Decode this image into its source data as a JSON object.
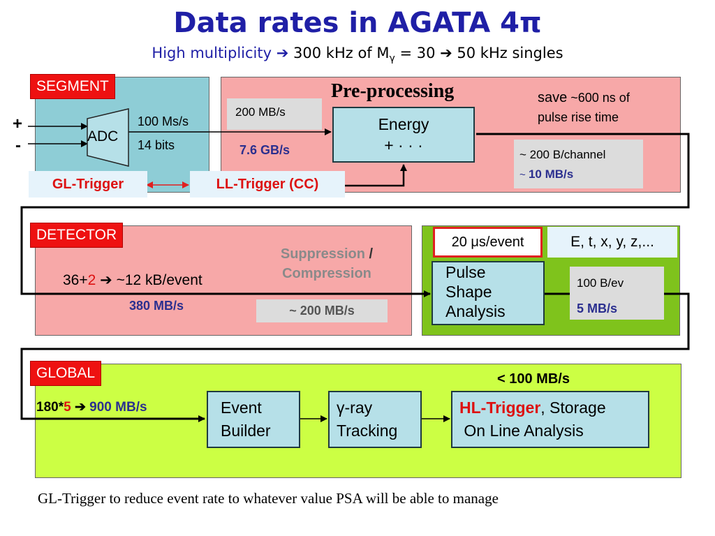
{
  "title": {
    "main": "Data rates in AGATA 4",
    "pi": "π"
  },
  "subtitle": {
    "lead": "High multiplicity",
    "arrow": "➔",
    "mid1": " 300 kHz of M",
    "gamma": "γ",
    "mid2": " = 30 ",
    "arrow2": "➔",
    "tail": " 50 kHz singles"
  },
  "segment": {
    "label": "SEGMENT",
    "plus": "+",
    "minus": "-",
    "adc": "ADC",
    "sample_rate": "100 Ms/s",
    "bits": "14 bits",
    "gl_trigger": "GL-Trigger",
    "ll_trigger": "LL-Trigger (CC)"
  },
  "preprocessing": {
    "title": "Pre-processing",
    "save_word": "save",
    "save_rest": " ~600 ns of",
    "save_line2": "pulse rise time",
    "in_rate": "200 MB/s",
    "gbs": "7.6 GB/s",
    "energy_line1": "Energy",
    "energy_line2": "+ · · ·",
    "per_channel": "~ 200 B/channel",
    "tilde": "~ ",
    "out_rate": "10 MB/s"
  },
  "detector": {
    "label": "DETECTOR",
    "channels_a": "36+",
    "channels_b": "2",
    "arrow": " ➔ ",
    "per_event": "~12 kB/event",
    "rate": "380 MB/s",
    "suppression": "Suppression",
    "slash": " /",
    "compression": "Compression",
    "compressed_rate": "~ 200 MB/s"
  },
  "psa": {
    "time_a": "20 ",
    "mu": "μ",
    "time_b": "s/event",
    "params": "E, t, x, y, z,...",
    "line1": "Pulse",
    "line2": "Shape",
    "line3": "Analysis",
    "per_event": "100 B/ev",
    "rate": "5 MB/s"
  },
  "global": {
    "label": "GLOBAL",
    "limit": "< 100 MB/s",
    "in_a": "180*",
    "in_b": "5",
    "in_arrow": " ➔ ",
    "in_c": "900 MB/s",
    "event_line1": "Event",
    "event_line2": "Builder",
    "gamma": "γ",
    "ray": "-ray",
    "tracking": "Tracking",
    "hl_trigger": "HL-Trigger",
    "storage": ", Storage",
    "online": "On Line Analysis"
  },
  "footnote": "GL-Trigger to reduce event rate to whatever value PSA will be able to manage",
  "colors": {
    "title": "#1f1fa6",
    "segment_panel": "#8ecdd6",
    "preproc_panel": "#f7a8a8",
    "detector_panel": "#f7a8a8",
    "psa_panel": "#7fc31c",
    "global_panel": "#ccff44",
    "label_red": "#ee1111",
    "box_fill": "#b6e0e8"
  }
}
